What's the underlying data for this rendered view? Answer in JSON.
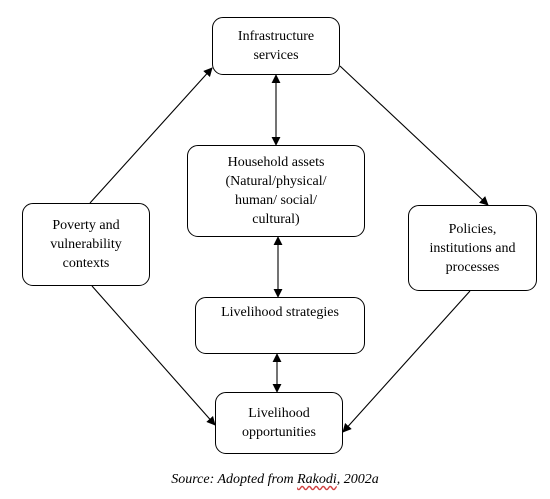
{
  "diagram": {
    "nodes": {
      "infrastructure": {
        "label": "Infrastructure\nservices"
      },
      "household": {
        "label": "Household assets\n(Natural/physical/\nhuman/ social/\ncultural)"
      },
      "poverty": {
        "label": "Poverty and\nvulnerability\ncontexts"
      },
      "policies": {
        "label": "Policies,\ninstitutions and\nprocesses"
      },
      "strategies": {
        "label": "Livelihood strategies"
      },
      "opportunities": {
        "label": "Livelihood\nopportunities"
      }
    },
    "edges": [
      {
        "from": "poverty",
        "to": "infrastructure",
        "direction": "forward"
      },
      {
        "from": "infrastructure",
        "to": "policies",
        "direction": "forward"
      },
      {
        "from": "poverty",
        "to": "opportunities",
        "direction": "forward"
      },
      {
        "from": "policies",
        "to": "opportunities",
        "direction": "forward"
      },
      {
        "from": "infrastructure",
        "to": "household",
        "direction": "both"
      },
      {
        "from": "household",
        "to": "strategies",
        "direction": "both"
      },
      {
        "from": "strategies",
        "to": "opportunities",
        "direction": "both"
      }
    ]
  },
  "source": {
    "prefix": "Source: Adopted from ",
    "author": "Rakodi",
    "suffix": ", 2002a"
  },
  "colors": {
    "line": "#000000",
    "background": "#ffffff",
    "spellcheck_underline": "#d04040"
  }
}
